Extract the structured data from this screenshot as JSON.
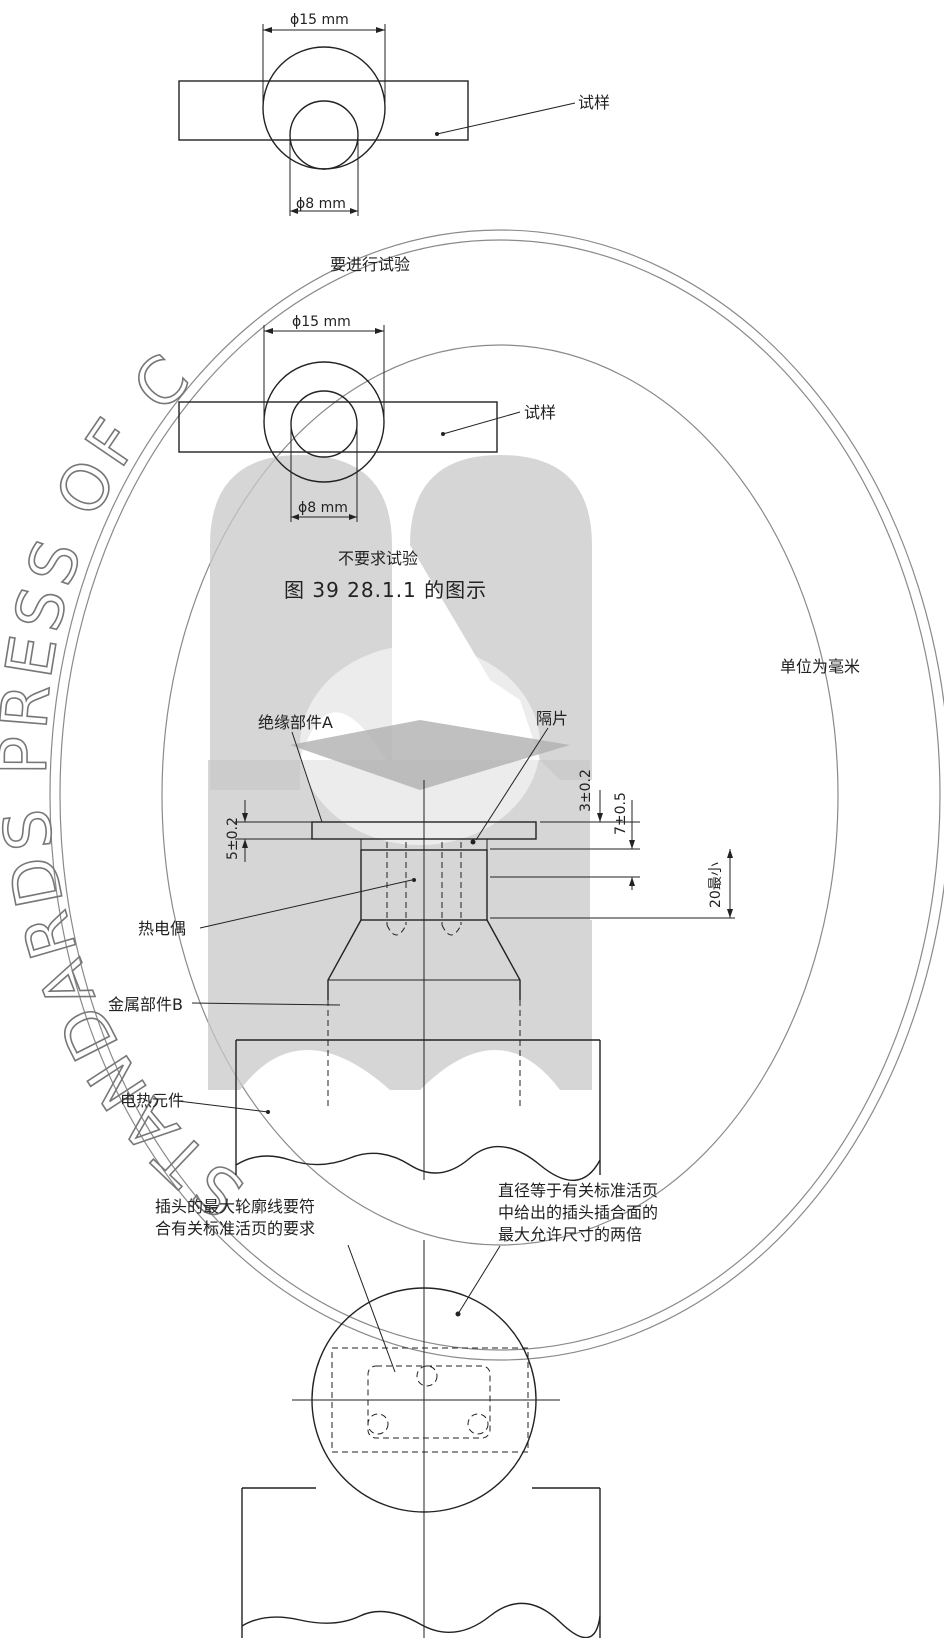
{
  "figure1": {
    "dia_outer": "ϕ15 mm",
    "dia_inner": "ϕ8 mm",
    "specimen": "试样",
    "caption": "要进行试验"
  },
  "figure2": {
    "dia_outer": "ϕ15 mm",
    "dia_inner": "ϕ8 mm",
    "specimen": "试样",
    "caption": "不要求试验"
  },
  "figure_title": "图 39   28.1.1 的图示",
  "units_note": "单位为毫米",
  "labels": {
    "insulation_part": "绝缘部件A",
    "spacer": "隔片",
    "thermocouple": "热电偶",
    "metal_part": "金属部件B",
    "heating_element": "电热元件"
  },
  "dimensions": {
    "d5": "5±0.2",
    "d3": "3±0.2",
    "d7": "7±0.5",
    "d20": "20最小"
  },
  "notes": {
    "plug_outline": [
      "插头的最大轮廓线要符",
      "合有关标准活页的要求"
    ],
    "diameter": [
      "直径等于有关标准活页",
      "中给出的插头插合面的",
      "最大允许尺寸的两倍"
    ]
  },
  "watermark": {
    "text": "STANDARDS PRESS OF CHINA"
  }
}
